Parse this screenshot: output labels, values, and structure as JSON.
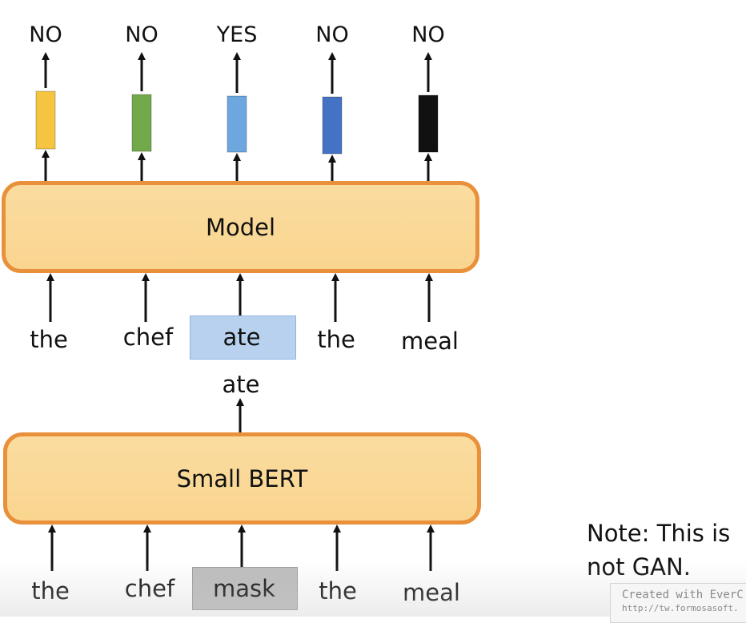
{
  "outputs": [
    "NO",
    "NO",
    "YES",
    "NO",
    "NO"
  ],
  "vector_colors": [
    "#F5C542",
    "#72A94B",
    "#6EA6DF",
    "#4472C4",
    "#111111"
  ],
  "model_label": "Model",
  "model_inputs": [
    "the",
    "chef",
    "ate",
    "the",
    "meal"
  ],
  "generator_output": "ate",
  "generator_label": "Small BERT",
  "generator_inputs": [
    "the",
    "chef",
    "mask",
    "the",
    "meal"
  ],
  "note": {
    "line1": "Note: This is",
    "line2": "not GAN."
  },
  "watermark": {
    "line1": "Created with EverC",
    "line2": "http://tw.formosasoft."
  },
  "colors": {
    "box_fill": "#F9D58F",
    "box_border": "#E8903A",
    "replaced_token_fill": "#B8D1EE",
    "mask_token_fill": "#BDBDBD",
    "cursor": "#E0303A"
  }
}
